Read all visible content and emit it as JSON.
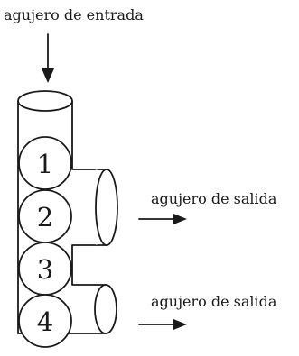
{
  "labels": {
    "inlet": "agujero de entrada",
    "outlet_upper": "agujero de salida",
    "outlet_lower": "agujero de salida"
  },
  "balls": [
    "1",
    "2",
    "3",
    "4"
  ]
}
